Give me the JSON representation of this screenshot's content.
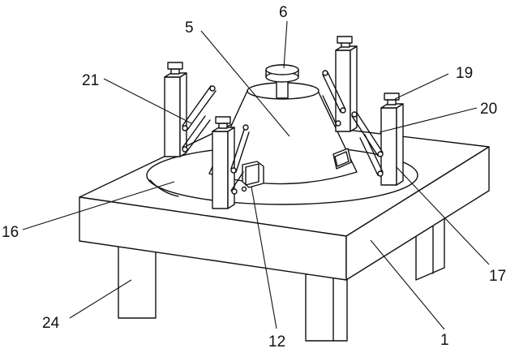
{
  "diagram": {
    "labels": {
      "part_1": "1",
      "part_5": "5",
      "part_6": "6",
      "part_12": "12",
      "part_16": "16",
      "part_17": "17",
      "part_19": "19",
      "part_20": "20",
      "part_21": "21",
      "part_24": "24"
    }
  }
}
